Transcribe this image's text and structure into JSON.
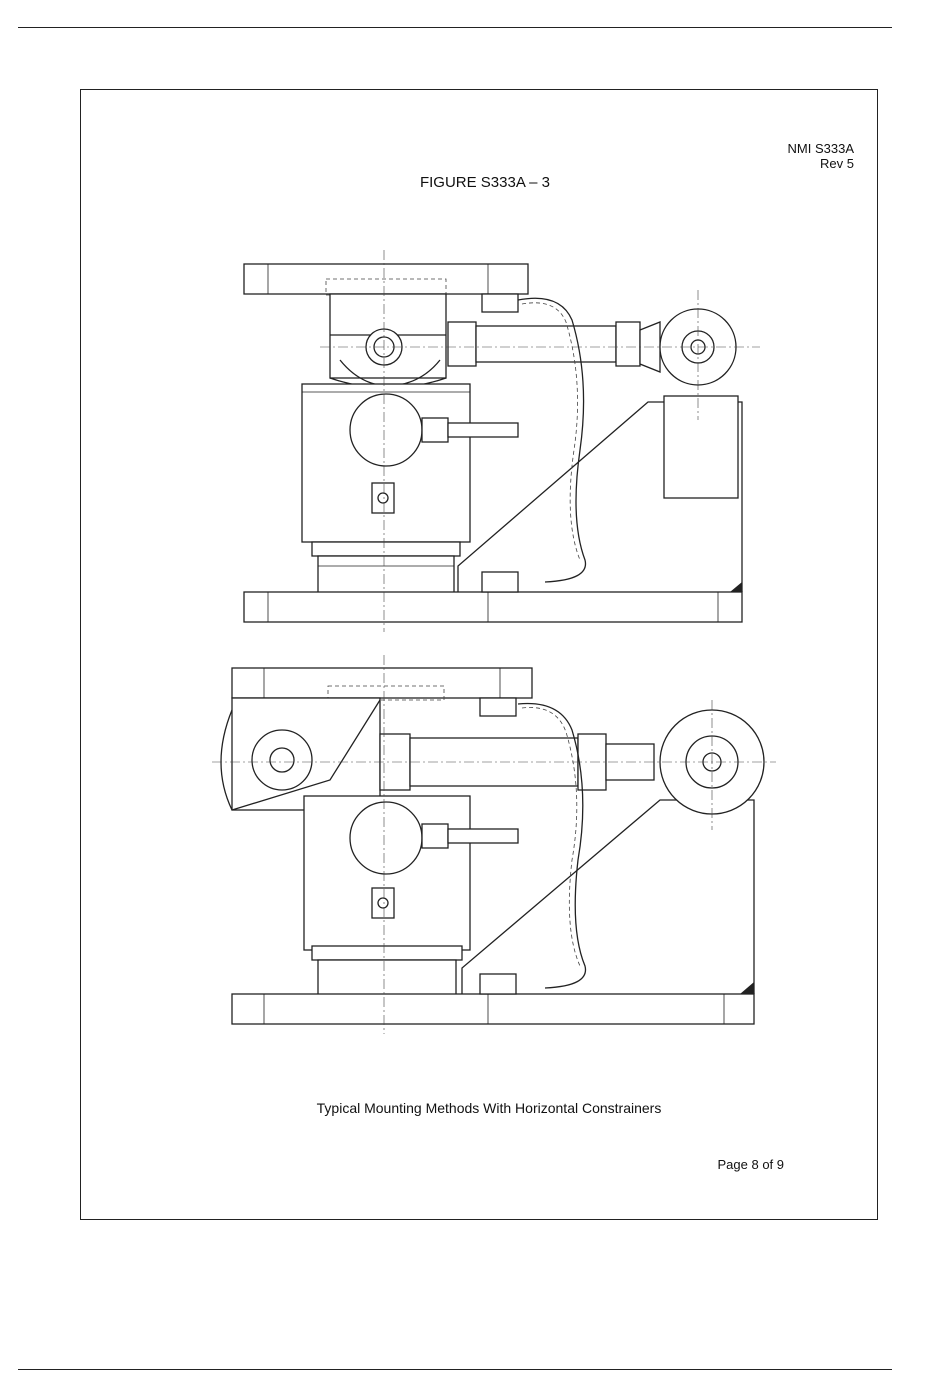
{
  "document": {
    "reference": "NMI S333A",
    "revision": "Rev 5",
    "figure_title": "FIGURE  S333A – 3",
    "caption": "Typical Mounting Methods With Horizontal Constrainers",
    "page_label": "Page 8 of 9"
  }
}
